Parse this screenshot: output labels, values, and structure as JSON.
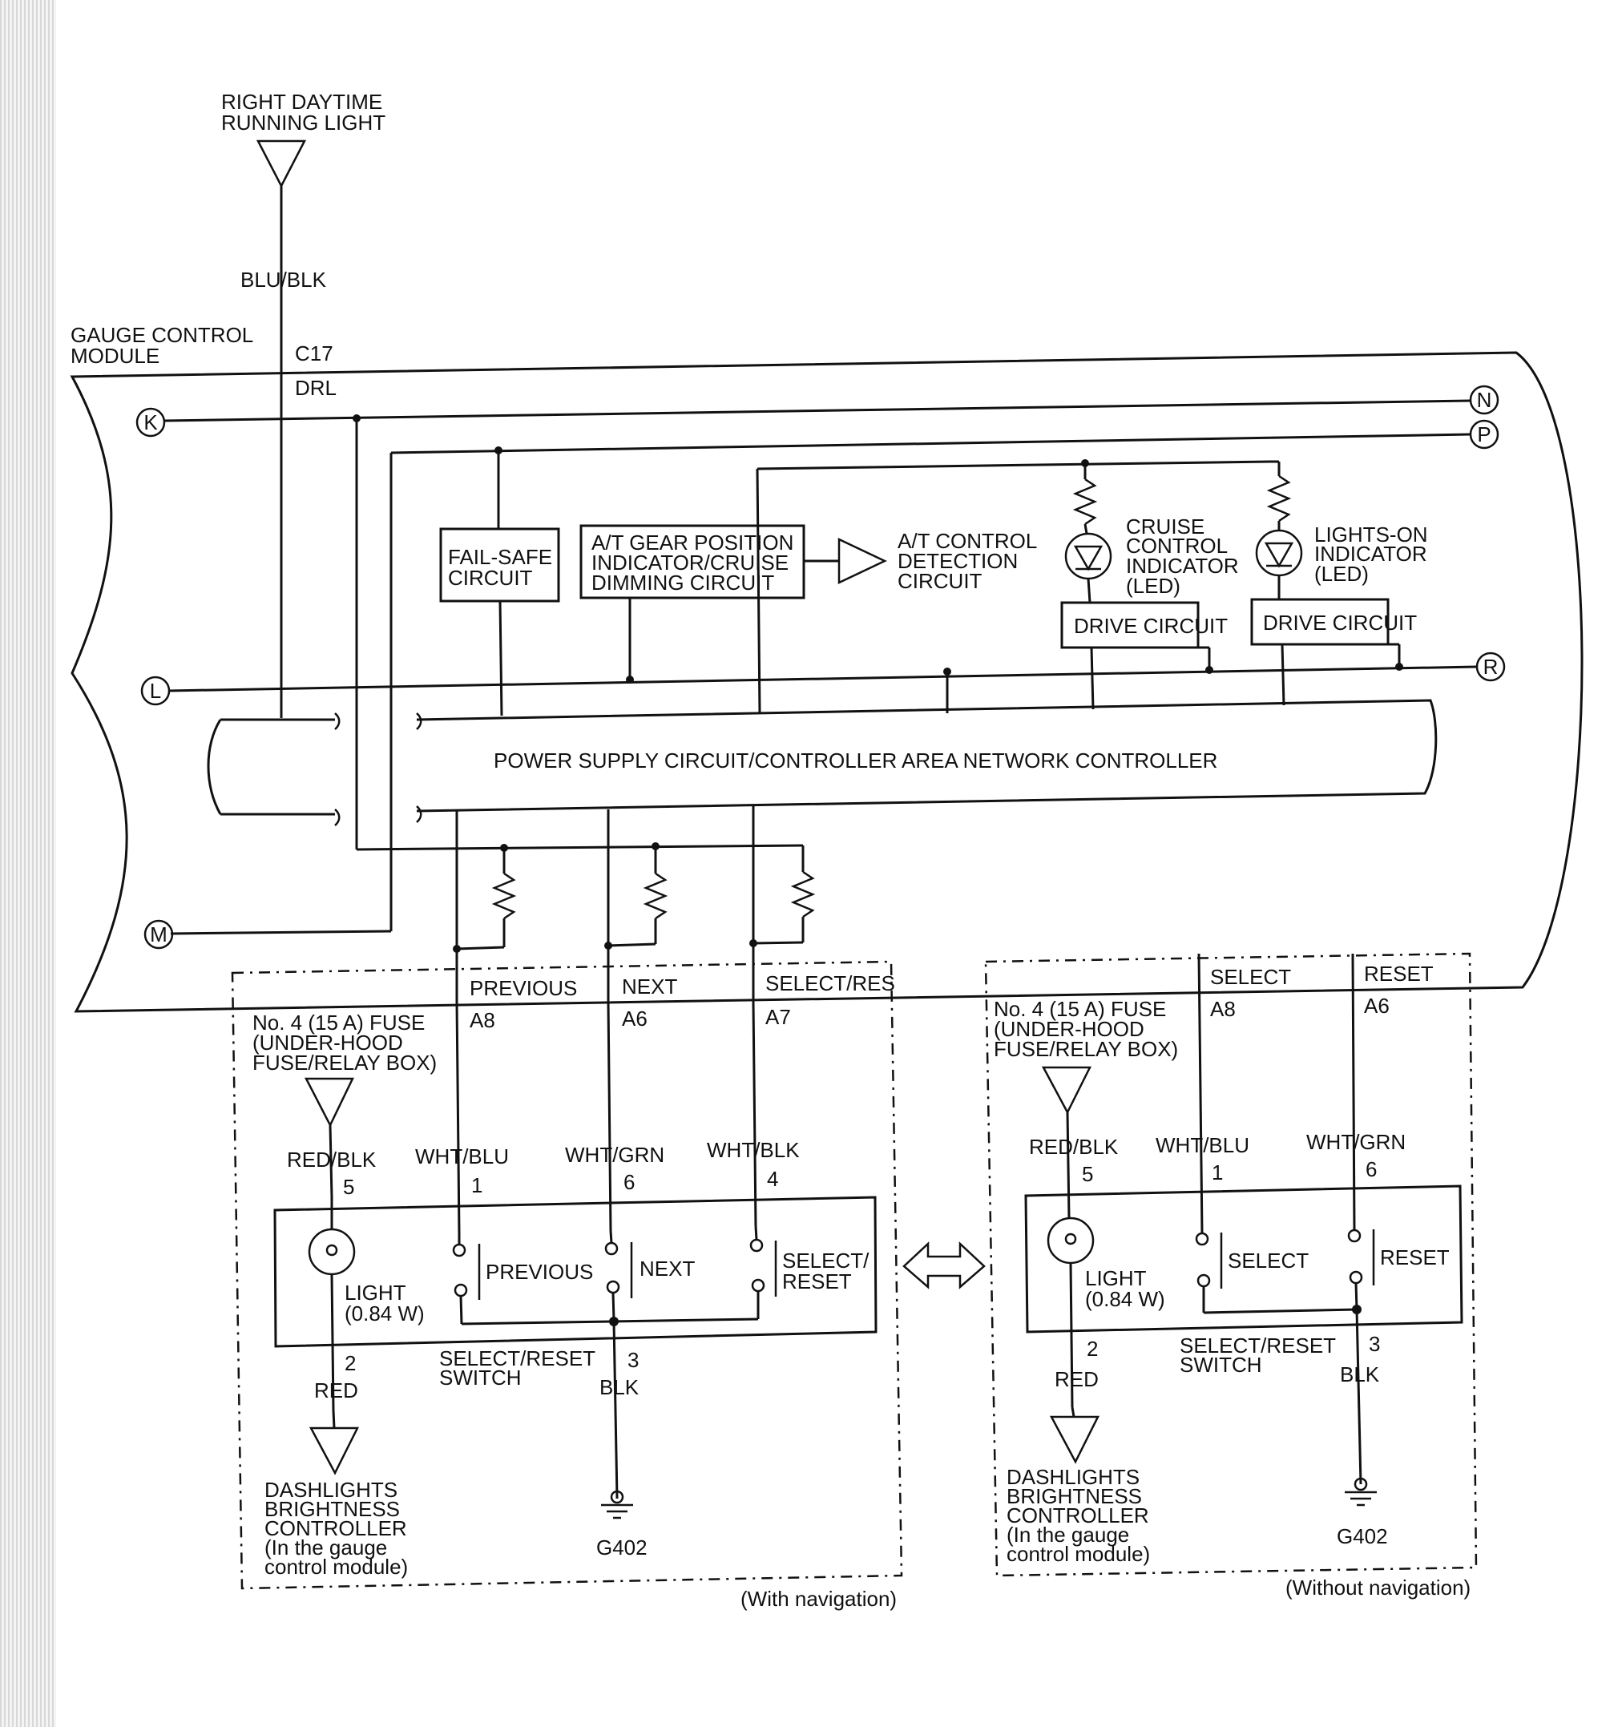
{
  "top_source": {
    "line1": "RIGHT DAYTIME",
    "line2": "RUNNING LIGHT",
    "wire": "BLU/BLK"
  },
  "module": {
    "line1": "GAUGE CONTROL",
    "line2": "MODULE",
    "pin": "C17",
    "pin_name": "DRL"
  },
  "connectors": {
    "k": "K",
    "l": "L",
    "m": "M",
    "n": "N",
    "p": "P",
    "r": "R"
  },
  "blocks": {
    "failsafe": [
      "FAIL-SAFE",
      "CIRCUIT"
    ],
    "atgear": [
      "A/T GEAR POSITION",
      "INDICATOR/CRUISE",
      "DIMMING CIRCUIT"
    ],
    "atcontrol": [
      "A/T CONTROL",
      "DETECTION",
      "CIRCUIT"
    ],
    "cruise": [
      "CRUISE",
      "CONTROL",
      "INDICATOR",
      "(LED)"
    ],
    "lights": [
      "LIGHTS-ON",
      "INDICATOR",
      "(LED)"
    ],
    "drive": "DRIVE CIRCUIT",
    "power": "POWER SUPPLY CIRCUIT/CONTROLLER AREA NETWORK CONTROLLER"
  },
  "with_nav": {
    "signals": [
      "PREVIOUS",
      "NEXT",
      "SELECT/RES"
    ],
    "pins": [
      "A8",
      "A6",
      "A7"
    ],
    "fuse": [
      "No. 4 (15 A) FUSE",
      "(UNDER-HOOD",
      "FUSE/RELAY BOX)"
    ],
    "wires": [
      "RED/BLK",
      "WHT/BLU",
      "WHT/GRN",
      "WHT/BLK"
    ],
    "terms": [
      "5",
      "1",
      "6",
      "4"
    ],
    "switch_labels": [
      "PREVIOUS",
      "NEXT",
      "SELECT/",
      "RESET"
    ],
    "light": [
      "LIGHT",
      "(0.84 W)"
    ],
    "bottom_pins": [
      "2",
      "3"
    ],
    "switch_name": [
      "SELECT/RESET",
      "SWITCH"
    ],
    "red": "RED",
    "blk": "BLK",
    "dash": [
      "DASHLIGHTS",
      "BRIGHTNESS",
      "CONTROLLER",
      "(In the gauge",
      "control module)"
    ],
    "ground": "G402",
    "caption": "(With navigation)"
  },
  "without_nav": {
    "signals": [
      "SELECT",
      "RESET"
    ],
    "pins": [
      "A8",
      "A6"
    ],
    "fuse": [
      "No. 4 (15 A) FUSE",
      "(UNDER-HOOD",
      "FUSE/RELAY BOX)"
    ],
    "wires": [
      "RED/BLK",
      "WHT/BLU",
      "WHT/GRN"
    ],
    "terms": [
      "5",
      "1",
      "6"
    ],
    "switch_labels": [
      "SELECT",
      "RESET"
    ],
    "light": [
      "LIGHT",
      "(0.84 W)"
    ],
    "bottom_pins": [
      "2",
      "3"
    ],
    "switch_name": [
      "SELECT/RESET",
      "SWITCH"
    ],
    "red": "RED",
    "blk": "BLK",
    "dash": [
      "DASHLIGHTS",
      "BRIGHTNESS",
      "CONTROLLER",
      "(In the gauge",
      "control module)"
    ],
    "ground": "G402",
    "caption": "(Without navigation)"
  }
}
